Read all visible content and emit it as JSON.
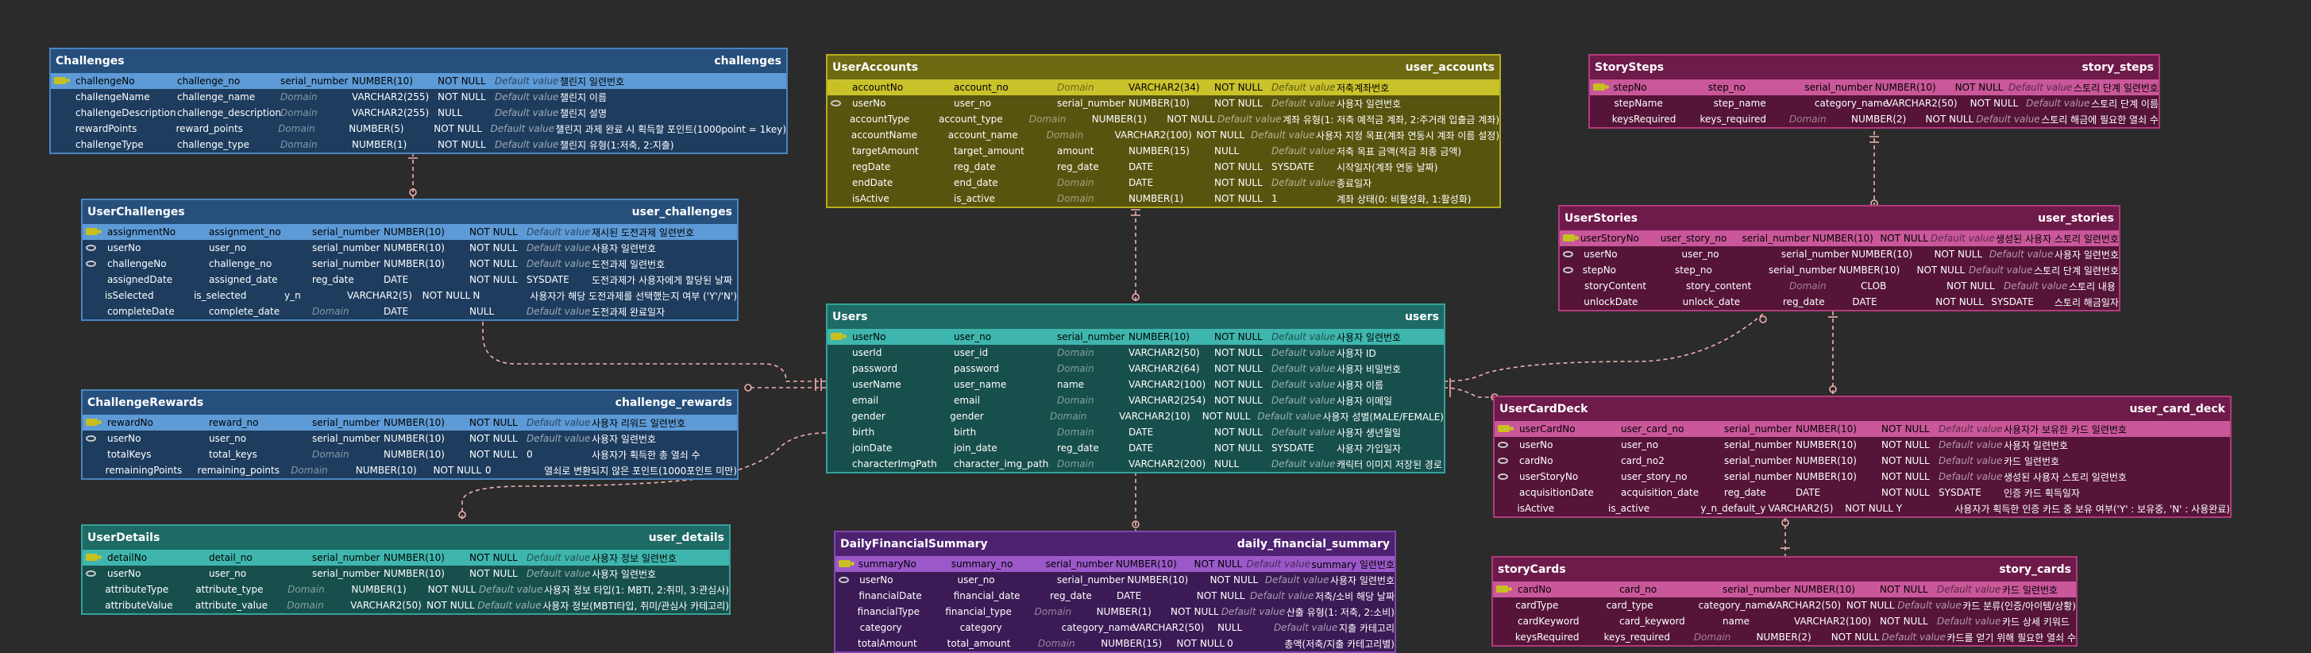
{
  "colors": {
    "background": "#2b2b2b",
    "relationship_line": "#f0b0b0"
  },
  "entities": [
    {
      "id": "challenges",
      "name": "Challenges",
      "table": "challenges",
      "theme": {
        "head": "#264f7c",
        "body": "#1d3c5e",
        "border": "#4b84c0",
        "pk": "#5d9ad6"
      },
      "columns": [
        {
          "icon": "pk",
          "name": "challengeNo",
          "col": "challenge_no",
          "domain": "serial_number",
          "dtype": "NUMBER(10)",
          "null": "NOT NULL",
          "default": "Default value",
          "comment": "챌린지 일련번호"
        },
        {
          "icon": "",
          "name": "challengeName",
          "col": "challenge_name",
          "domain": "Domain",
          "dtype": "VARCHAR2(255)",
          "null": "NOT NULL",
          "default": "Default value",
          "comment": "챌린지 이름"
        },
        {
          "icon": "",
          "name": "challengeDescription",
          "col": "challenge_description",
          "domain": "Domain",
          "dtype": "VARCHAR2(255)",
          "null": "NULL",
          "default": "Default value",
          "comment": "챌린지 설명"
        },
        {
          "icon": "",
          "name": "rewardPoints",
          "col": "reward_points",
          "domain": "Domain",
          "dtype": "NUMBER(5)",
          "null": "NOT NULL",
          "default": "Default value",
          "comment": "챌린지 과제 완료 시 획득할 포인트(1000point = 1key)"
        },
        {
          "icon": "",
          "name": "challengeType",
          "col": "challenge_type",
          "domain": "Domain",
          "dtype": "NUMBER(1)",
          "null": "NOT NULL",
          "default": "Default value",
          "comment": "챌린지 유형(1:저축, 2:지출)"
        }
      ]
    },
    {
      "id": "user_challenges",
      "name": "UserChallenges",
      "table": "user_challenges",
      "theme": {
        "head": "#264f7c",
        "body": "#1d3c5e",
        "border": "#4b84c0",
        "pk": "#5d9ad6"
      },
      "columns": [
        {
          "icon": "pk",
          "name": "assignmentNo",
          "col": "assignment_no",
          "domain": "serial_number",
          "dtype": "NUMBER(10)",
          "null": "NOT NULL",
          "default": "Default value",
          "comment": "재시된 도전과제 일련번호"
        },
        {
          "icon": "fk",
          "name": "userNo",
          "col": "user_no",
          "domain": "serial_number",
          "dtype": "NUMBER(10)",
          "null": "NOT NULL",
          "default": "Default value",
          "comment": "사용자 일련번호"
        },
        {
          "icon": "fk",
          "name": "challengeNo",
          "col": "challenge_no",
          "domain": "serial_number",
          "dtype": "NUMBER(10)",
          "null": "NOT NULL",
          "default": "Default value",
          "comment": "도전과제 일련번호"
        },
        {
          "icon": "",
          "name": "assignedDate",
          "col": "assigned_date",
          "domain": "reg_date",
          "dtype": "DATE",
          "null": "NOT NULL",
          "default": "SYSDATE",
          "comment": "도전과제가 사용자에게 할당된 날짜"
        },
        {
          "icon": "",
          "name": "isSelected",
          "col": "is_selected",
          "domain": "y_n",
          "dtype": "VARCHAR2(5)",
          "null": "NOT NULL",
          "default": "N",
          "comment": "사용자가 해당 도전과제를 선택했는지 여부 ('Y'/'N')"
        },
        {
          "icon": "",
          "name": "completeDate",
          "col": "complete_date",
          "domain": "Domain",
          "dtype": "DATE",
          "null": "NULL",
          "default": "Default value",
          "comment": "도전과제 완료일자"
        }
      ]
    },
    {
      "id": "challenge_rewards",
      "name": "ChallengeRewards",
      "table": "challenge_rewards",
      "theme": {
        "head": "#264f7c",
        "body": "#1d3c5e",
        "border": "#4b84c0",
        "pk": "#5d9ad6"
      },
      "columns": [
        {
          "icon": "pk",
          "name": "rewardNo",
          "col": "reward_no",
          "domain": "serial_number",
          "dtype": "NUMBER(10)",
          "null": "NOT NULL",
          "default": "Default value",
          "comment": "사용자 리워드 일련번호"
        },
        {
          "icon": "fk",
          "name": "userNo",
          "col": "user_no",
          "domain": "serial_number",
          "dtype": "NUMBER(10)",
          "null": "NOT NULL",
          "default": "Default value",
          "comment": "사용자 일련번호"
        },
        {
          "icon": "",
          "name": "totalKeys",
          "col": "total_keys",
          "domain": "Domain",
          "dtype": "NUMBER(10)",
          "null": "NOT NULL",
          "default": "0",
          "comment": "사용자가 획득한 총 열쇠 수"
        },
        {
          "icon": "",
          "name": "remainingPoints",
          "col": "remaining_points",
          "domain": "Domain",
          "dtype": "NUMBER(10)",
          "null": "NOT NULL",
          "default": "0",
          "comment": "열쇠로 변환되지 않은 포인트(1000포인트 미만)"
        }
      ]
    },
    {
      "id": "user_details",
      "name": "UserDetails",
      "table": "user_details",
      "theme": {
        "head": "#1e6a66",
        "body": "#174f4c",
        "border": "#33a39b",
        "pk": "#3fb6ad"
      },
      "columns": [
        {
          "icon": "pk",
          "name": "detailNo",
          "col": "detail_no",
          "domain": "serial_number",
          "dtype": "NUMBER(10)",
          "null": "NOT NULL",
          "default": "Default value",
          "comment": "사용자 정보 일련번호"
        },
        {
          "icon": "fk",
          "name": "userNo",
          "col": "user_no",
          "domain": "serial_number",
          "dtype": "NUMBER(10)",
          "null": "NOT NULL",
          "default": "Default value",
          "comment": "사용자 일련번호"
        },
        {
          "icon": "",
          "name": "attributeType",
          "col": "attribute_type",
          "domain": "Domain",
          "dtype": "NUMBER(1)",
          "null": "NOT NULL",
          "default": "Default value",
          "comment": "사용자 정보 타입(1: MBTI, 2:취미, 3:관심사)"
        },
        {
          "icon": "",
          "name": "attributeValue",
          "col": "attribute_value",
          "domain": "Domain",
          "dtype": "VARCHAR2(50)",
          "null": "NOT NULL",
          "default": "Default value",
          "comment": "사용자 정보(MBTI타입, 취미/관심사 카테고리)"
        }
      ]
    },
    {
      "id": "user_accounts",
      "name": "UserAccounts",
      "table": "user_accounts",
      "theme": {
        "head": "#6e6a14",
        "body": "#57540f",
        "border": "#b5ae1e",
        "pk": "#c9c22a"
      },
      "columns": [
        {
          "icon": "pk",
          "name": "accountNo",
          "col": "account_no",
          "domain": "Domain",
          "dtype": "VARCHAR2(34)",
          "null": "NOT NULL",
          "default": "Default value",
          "comment": "저축계좌번호"
        },
        {
          "icon": "fk",
          "name": "userNo",
          "col": "user_no",
          "domain": "serial_number",
          "dtype": "NUMBER(10)",
          "null": "NOT NULL",
          "default": "Default value",
          "comment": "사용자 일련번호"
        },
        {
          "icon": "",
          "name": "accountType",
          "col": "account_type",
          "domain": "Domain",
          "dtype": "NUMBER(1)",
          "null": "NOT NULL",
          "default": "Default value",
          "comment": "계좌 유형(1: 저축 예적금 계좌, 2:주거래 입출금 계좌)"
        },
        {
          "icon": "",
          "name": "accountName",
          "col": "account_name",
          "domain": "Domain",
          "dtype": "VARCHAR2(100)",
          "null": "NOT NULL",
          "default": "Default value",
          "comment": "사용자 지정 목표(계좌 연동시 계좌 이름 설정)"
        },
        {
          "icon": "",
          "name": "targetAmount",
          "col": "target_amount",
          "domain": "amount",
          "dtype": "NUMBER(15)",
          "null": "NULL",
          "default": "Default value",
          "comment": "저축 목표 금액(적금 최종 금액)"
        },
        {
          "icon": "",
          "name": "regDate",
          "col": "reg_date",
          "domain": "reg_date",
          "dtype": "DATE",
          "null": "NOT NULL",
          "default": "SYSDATE",
          "comment": "시작일자(계좌 연동 날짜)"
        },
        {
          "icon": "",
          "name": "endDate",
          "col": "end_date",
          "domain": "Domain",
          "dtype": "DATE",
          "null": "NOT NULL",
          "default": "Default value",
          "comment": "종료일자"
        },
        {
          "icon": "",
          "name": "isActive",
          "col": "is_active",
          "domain": "Domain",
          "dtype": "NUMBER(1)",
          "null": "NOT NULL",
          "default": "1",
          "comment": "계좌 상태(0: 비활성화, 1:활성화)"
        }
      ]
    },
    {
      "id": "users",
      "name": "Users",
      "table": "users",
      "theme": {
        "head": "#1e6a66",
        "body": "#174f4c",
        "border": "#33a39b",
        "pk": "#3fb6ad"
      },
      "columns": [
        {
          "icon": "pk",
          "name": "userNo",
          "col": "user_no",
          "domain": "serial_number",
          "dtype": "NUMBER(10)",
          "null": "NOT NULL",
          "default": "Default value",
          "comment": "사용자 일련번호"
        },
        {
          "icon": "",
          "name": "userId",
          "col": "user_id",
          "domain": "Domain",
          "dtype": "VARCHAR2(50)",
          "null": "NOT NULL",
          "default": "Default value",
          "comment": "사용자 ID"
        },
        {
          "icon": "",
          "name": "password",
          "col": "password",
          "domain": "Domain",
          "dtype": "VARCHAR2(64)",
          "null": "NOT NULL",
          "default": "Default value",
          "comment": "사용자 비밀번호"
        },
        {
          "icon": "",
          "name": "userName",
          "col": "user_name",
          "domain": "name",
          "dtype": "VARCHAR2(100)",
          "null": "NOT NULL",
          "default": "Default value",
          "comment": "사용자 이름"
        },
        {
          "icon": "",
          "name": "email",
          "col": "email",
          "domain": "Domain",
          "dtype": "VARCHAR2(254)",
          "null": "NOT NULL",
          "default": "Default value",
          "comment": "사용자 이메일"
        },
        {
          "icon": "",
          "name": "gender",
          "col": "gender",
          "domain": "Domain",
          "dtype": "VARCHAR2(10)",
          "null": "NOT NULL",
          "default": "Default value",
          "comment": "사용자 성별(MALE/FEMALE)"
        },
        {
          "icon": "",
          "name": "birth",
          "col": "birth",
          "domain": "Domain",
          "dtype": "DATE",
          "null": "NOT NULL",
          "default": "Default value",
          "comment": "사용자 생년월일"
        },
        {
          "icon": "",
          "name": "joinDate",
          "col": "join_date",
          "domain": "reg_date",
          "dtype": "DATE",
          "null": "NOT NULL",
          "default": "SYSDATE",
          "comment": "사용자 가입일자"
        },
        {
          "icon": "",
          "name": "characterImgPath",
          "col": "character_img_path",
          "domain": "Domain",
          "dtype": "VARCHAR2(200)",
          "null": "NULL",
          "default": "Default value",
          "comment": "캐릭터 이미지 저장된 경로"
        }
      ]
    },
    {
      "id": "daily_financial_summary",
      "name": "DailyFinancialSummary",
      "table": "daily_financial_summary",
      "theme": {
        "head": "#4e2270",
        "body": "#3b1a55",
        "border": "#8246b0",
        "pk": "#9a58c8"
      },
      "columns": [
        {
          "icon": "pk",
          "name": "summaryNo",
          "col": "summary_no",
          "domain": "serial_number",
          "dtype": "NUMBER(10)",
          "null": "NOT NULL",
          "default": "Default value",
          "comment": "summary 일련번호"
        },
        {
          "icon": "fk",
          "name": "userNo",
          "col": "user_no",
          "domain": "serial_number",
          "dtype": "NUMBER(10)",
          "null": "NOT NULL",
          "default": "Default value",
          "comment": "사용자 일련번호"
        },
        {
          "icon": "",
          "name": "financialDate",
          "col": "financial_date",
          "domain": "reg_date",
          "dtype": "DATE",
          "null": "NOT NULL",
          "default": "Default value",
          "comment": "저축/소비 해당 날짜"
        },
        {
          "icon": "",
          "name": "financialType",
          "col": "financial_type",
          "domain": "Domain",
          "dtype": "NUMBER(1)",
          "null": "NOT NULL",
          "default": "Default value",
          "comment": "산출 유형(1: 저축, 2:소비)"
        },
        {
          "icon": "",
          "name": "category",
          "col": "category",
          "domain": "category_name",
          "dtype": "VARCHAR2(50)",
          "null": "NULL",
          "default": "Default value",
          "comment": "지출 카테고리"
        },
        {
          "icon": "",
          "name": "totalAmount",
          "col": "total_amount",
          "domain": "Domain",
          "dtype": "NUMBER(15)",
          "null": "NOT NULL",
          "default": "0",
          "comment": "총액(저축/지출 카테고리별)"
        }
      ]
    },
    {
      "id": "story_steps",
      "name": "StorySteps",
      "table": "story_steps",
      "theme": {
        "head": "#6e1a4a",
        "body": "#551438",
        "border": "#b23a7c",
        "pk": "#c9579a"
      },
      "columns": [
        {
          "icon": "pk",
          "name": "stepNo",
          "col": "step_no",
          "domain": "serial_number",
          "dtype": "NUMBER(10)",
          "null": "NOT NULL",
          "default": "Default value",
          "comment": "스토리 단계 일련번호"
        },
        {
          "icon": "",
          "name": "stepName",
          "col": "step_name",
          "domain": "category_name",
          "dtype": "VARCHAR2(50)",
          "null": "NOT NULL",
          "default": "Default value",
          "comment": "스토리 단계 이름"
        },
        {
          "icon": "",
          "name": "keysRequired",
          "col": "keys_required",
          "domain": "Domain",
          "dtype": "NUMBER(2)",
          "null": "NOT NULL",
          "default": "Default value",
          "comment": "스토리 해금에 필요한 열쇠 수"
        }
      ]
    },
    {
      "id": "user_stories",
      "name": "UserStories",
      "table": "user_stories",
      "theme": {
        "head": "#6e1a4a",
        "body": "#551438",
        "border": "#b23a7c",
        "pk": "#c9579a"
      },
      "columns": [
        {
          "icon": "pk",
          "name": "userStoryNo",
          "col": "user_story_no",
          "domain": "serial_number",
          "dtype": "NUMBER(10)",
          "null": "NOT NULL",
          "default": "Default value",
          "comment": "생성된 사용자 스토리 일련번호"
        },
        {
          "icon": "fk",
          "name": "userNo",
          "col": "user_no",
          "domain": "serial_number",
          "dtype": "NUMBER(10)",
          "null": "NOT NULL",
          "default": "Default value",
          "comment": "사용자 일련번호"
        },
        {
          "icon": "fk",
          "name": "stepNo",
          "col": "step_no",
          "domain": "serial_number",
          "dtype": "NUMBER(10)",
          "null": "NOT NULL",
          "default": "Default value",
          "comment": "스토리 단계 일련번호"
        },
        {
          "icon": "",
          "name": "storyContent",
          "col": "story_content",
          "domain": "Domain",
          "dtype": "CLOB",
          "null": "NOT NULL",
          "default": "Default value",
          "comment": "스토리 내용"
        },
        {
          "icon": "",
          "name": "unlockDate",
          "col": "unlock_date",
          "domain": "reg_date",
          "dtype": "DATE",
          "null": "NOT NULL",
          "default": "SYSDATE",
          "comment": "스토리 해금일자"
        }
      ]
    },
    {
      "id": "user_card_deck",
      "name": "UserCardDeck",
      "table": "user_card_deck",
      "theme": {
        "head": "#6e1a4a",
        "body": "#551438",
        "border": "#b23a7c",
        "pk": "#c9579a"
      },
      "columns": [
        {
          "icon": "pk",
          "name": "userCardNo",
          "col": "user_card_no",
          "domain": "serial_number",
          "dtype": "NUMBER(10)",
          "null": "NOT NULL",
          "default": "Default value",
          "comment": "사용자가 보유한 카드 일련번호"
        },
        {
          "icon": "fk",
          "name": "userNo",
          "col": "user_no",
          "domain": "serial_number",
          "dtype": "NUMBER(10)",
          "null": "NOT NULL",
          "default": "Default value",
          "comment": "사용자 일련번호"
        },
        {
          "icon": "fk",
          "name": "cardNo",
          "col": "card_no2",
          "domain": "serial_number",
          "dtype": "NUMBER(10)",
          "null": "NOT NULL",
          "default": "Default value",
          "comment": "카드 일련번호"
        },
        {
          "icon": "fk",
          "name": "userStoryNo",
          "col": "user_story_no",
          "domain": "serial_number",
          "dtype": "NUMBER(10)",
          "null": "NOT NULL",
          "default": "Default value",
          "comment": "생성된 사용자 스토리 일련번호"
        },
        {
          "icon": "",
          "name": "acquisitionDate",
          "col": "acquisition_date",
          "domain": "reg_date",
          "dtype": "DATE",
          "null": "NOT NULL",
          "default": "SYSDATE",
          "comment": "인증 카드 획득일자"
        },
        {
          "icon": "",
          "name": "isActive",
          "col": "is_active",
          "domain": "y_n_default_y",
          "dtype": "VARCHAR2(5)",
          "null": "NOT NULL",
          "default": "Y",
          "comment": "사용자가 획득한 인증 카드 중 보유 여부('Y' : 보유중, 'N' : 사용완료)"
        }
      ]
    },
    {
      "id": "story_cards",
      "name": "storyCards",
      "table": "story_cards",
      "theme": {
        "head": "#6e1a4a",
        "body": "#551438",
        "border": "#b23a7c",
        "pk": "#c9579a"
      },
      "columns": [
        {
          "icon": "pk",
          "name": "cardNo",
          "col": "card_no",
          "domain": "serial_number",
          "dtype": "NUMBER(10)",
          "null": "NOT NULL",
          "default": "Default value",
          "comment": "카드 일련번호"
        },
        {
          "icon": "",
          "name": "cardType",
          "col": "card_type",
          "domain": "category_name",
          "dtype": "VARCHAR2(50)",
          "null": "NOT NULL",
          "default": "Default value",
          "comment": "카드 분류(인증/아이템/상황)"
        },
        {
          "icon": "",
          "name": "cardKeyword",
          "col": "card_keyword",
          "domain": "name",
          "dtype": "VARCHAR2(100)",
          "null": "NOT NULL",
          "default": "Default value",
          "comment": "카드 상세 키워드"
        },
        {
          "icon": "",
          "name": "keysRequired",
          "col": "keys_required",
          "domain": "Domain",
          "dtype": "NUMBER(2)",
          "null": "NOT NULL",
          "default": "Default value",
          "comment": "카드를 얻기 위해 필요한 열쇠 수"
        }
      ]
    }
  ]
}
